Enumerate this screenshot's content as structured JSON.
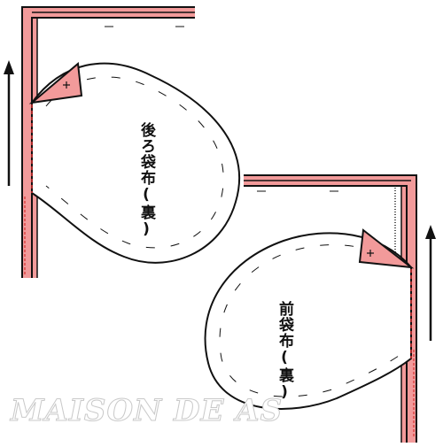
{
  "labels": {
    "back_pocket": "後ろ袋布(裏)",
    "front_pocket": "前袋布(裏)"
  },
  "watermark": "MAISON DE AS",
  "colors": {
    "fabric_pink": "#f29a9a",
    "line_black": "#111111",
    "stitch_red": "#d93030",
    "background": "#ffffff"
  },
  "icons": {
    "arrow": "arrow-up-icon",
    "notch_mark": "plus-mark-icon"
  }
}
